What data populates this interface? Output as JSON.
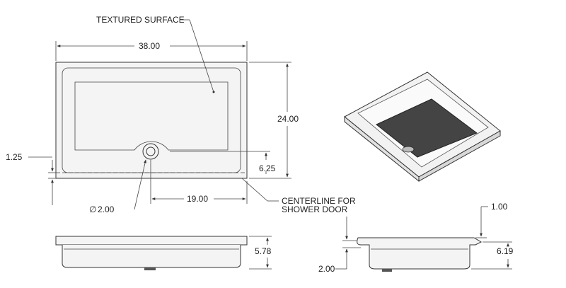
{
  "callouts": {
    "textured_surface": "TEXTURED SURFACE",
    "centerline_line1": "CENTERLINE FOR",
    "centerline_line2": "SHOWER DOOR"
  },
  "dimensions": {
    "width": "38.00",
    "height": "24.00",
    "curb_offset": "1.25",
    "drain_offset_y": "6.25",
    "drain_dia": "2.00",
    "drain_offset_x": "19.00",
    "front_height": "5.78",
    "side_top": "1.00",
    "side_height": "6.19",
    "side_bottom": "2.00"
  },
  "symbols": {
    "diameter": "∅"
  }
}
